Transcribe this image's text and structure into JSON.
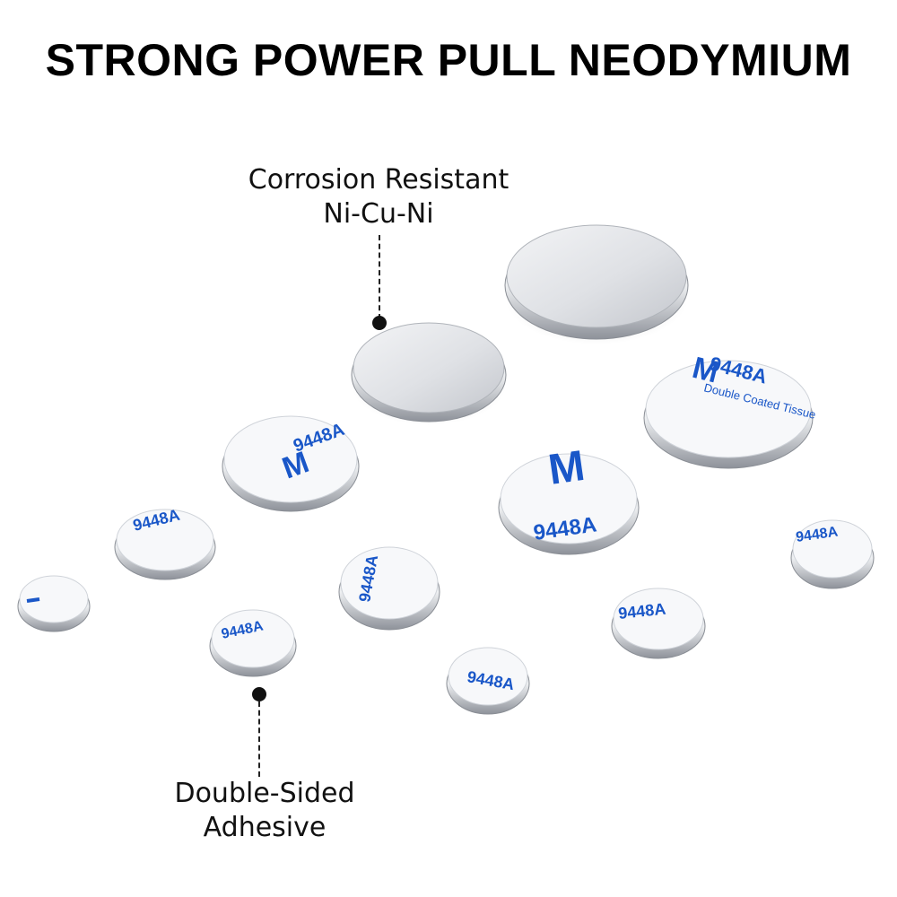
{
  "title": "STRONG POWER PULL NEODYMIUM",
  "callouts": {
    "top": {
      "line1": "Corrosion Resistant",
      "line2": "Ni-Cu-Ni"
    },
    "bottom": {
      "line1": "Double-Sided",
      "line2": "Adhesive"
    }
  },
  "tape_print": {
    "code": "9448A",
    "text": "Double Coated Tissue"
  },
  "colors": {
    "tape_blue": "#1a57c8",
    "metal_light": "#e9eaec",
    "metal_dark": "#9a9ea6",
    "backing_white": "#f7f8fa"
  }
}
